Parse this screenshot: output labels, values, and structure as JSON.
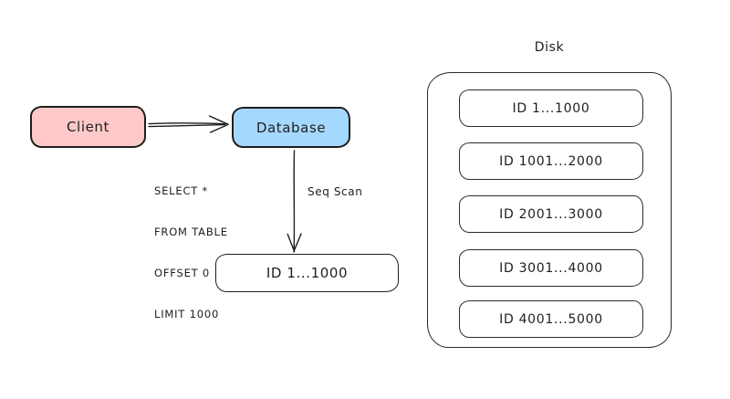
{
  "diagram": {
    "nodes": {
      "client": {
        "label": "Client",
        "fill": "#ffc9c9"
      },
      "database": {
        "label": "Database",
        "fill": "#a5d8ff"
      },
      "result": {
        "label": "ID 1...1000",
        "fill": "#ffffff"
      }
    },
    "edges": {
      "client_to_database": {
        "from": "Client",
        "to": "Database"
      },
      "database_to_result": {
        "label": "Seq Scan",
        "from": "Database",
        "to": "ID 1...1000"
      }
    },
    "query": {
      "lines": [
        "SELECT *",
        "FROM TABLE",
        "OFFSET 0",
        "LIMIT 1000"
      ]
    },
    "disk": {
      "title": "Disk",
      "blocks": [
        {
          "label": "ID 1...1000"
        },
        {
          "label": "ID 1001...2000"
        },
        {
          "label": "ID 2001...3000"
        },
        {
          "label": "ID 3001...4000"
        },
        {
          "label": "ID 4001...5000"
        }
      ]
    },
    "colors": {
      "stroke": "#1e1e1e",
      "client_fill": "#ffc9c9",
      "database_fill": "#a5d8ff",
      "text": "#1e1e1e",
      "background": "#ffffff"
    }
  }
}
